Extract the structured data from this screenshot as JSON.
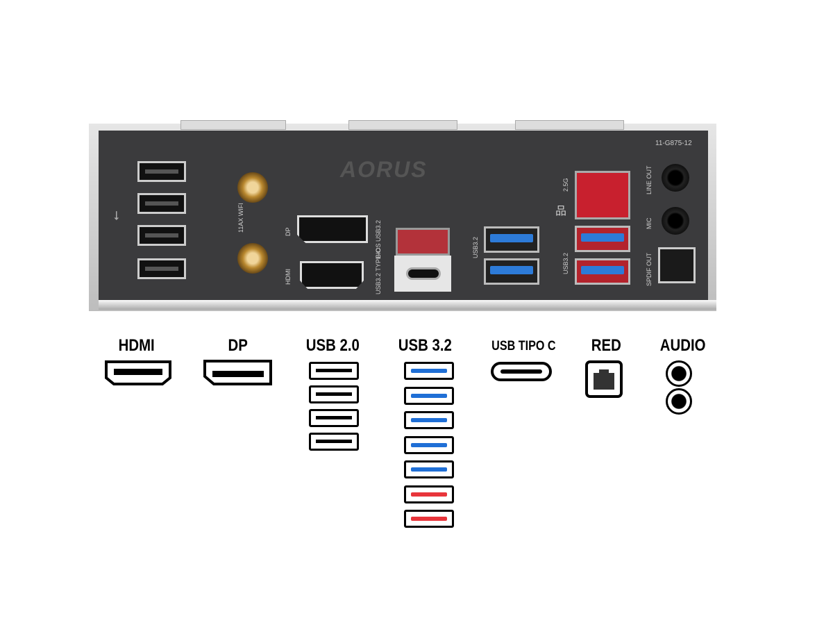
{
  "panel": {
    "brand": "AORUS",
    "part_number": "11-G875-12",
    "labels": {
      "wifi": "11AX WIFI",
      "dp": "DP",
      "hdmi": "HDMI",
      "bios": "BIOS USB3.2",
      "typec": "USB3.2 TYPE-C",
      "usb32_a": "USB3.2",
      "usb32_b": "USB3.2",
      "lan": "2.5G",
      "line_out": "LINE OUT",
      "mic": "MIC",
      "spdif": "SPDIF OUT"
    }
  },
  "legend": {
    "hdmi": "HDMI",
    "dp": "DP",
    "usb20": "USB 2.0",
    "usb32": "USB 3.2",
    "usbc": "USB TIPO C",
    "red": "RED",
    "audio": "AUDIO",
    "usb20_count": 4,
    "usb32_colors": [
      "#1f6fd6",
      "#1f6fd6",
      "#1f6fd6",
      "#1f6fd6",
      "#1f6fd6",
      "#e8353b",
      "#e8353b"
    ],
    "audio_count": 2
  }
}
